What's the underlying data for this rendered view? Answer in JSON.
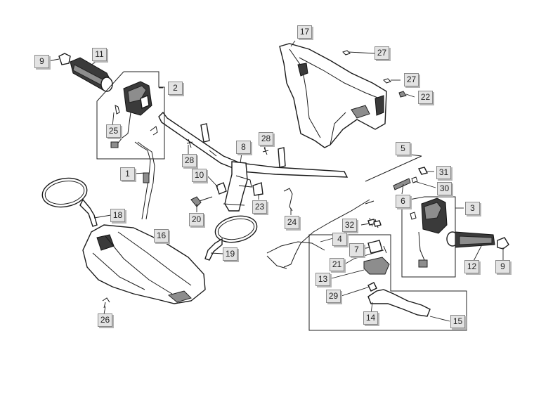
{
  "diagram": {
    "callouts": [
      {
        "id": "c17",
        "text": "17"
      },
      {
        "id": "c27a",
        "text": "27"
      },
      {
        "id": "c27b",
        "text": "27"
      },
      {
        "id": "c22",
        "text": "22"
      },
      {
        "id": "c9a",
        "text": "9"
      },
      {
        "id": "c11",
        "text": "11"
      },
      {
        "id": "c2",
        "text": "2"
      },
      {
        "id": "c25",
        "text": "25"
      },
      {
        "id": "c1",
        "text": "1"
      },
      {
        "id": "c28a",
        "text": "28"
      },
      {
        "id": "c8",
        "text": "8"
      },
      {
        "id": "c28b",
        "text": "28"
      },
      {
        "id": "c5",
        "text": "5"
      },
      {
        "id": "c31",
        "text": "31"
      },
      {
        "id": "c30",
        "text": "30"
      },
      {
        "id": "c6",
        "text": "6"
      },
      {
        "id": "c3",
        "text": "3"
      },
      {
        "id": "c10",
        "text": "10"
      },
      {
        "id": "c18",
        "text": "18"
      },
      {
        "id": "c20",
        "text": "20"
      },
      {
        "id": "c23",
        "text": "23"
      },
      {
        "id": "c24",
        "text": "24"
      },
      {
        "id": "c16",
        "text": "16"
      },
      {
        "id": "c19",
        "text": "19"
      },
      {
        "id": "c32",
        "text": "32"
      },
      {
        "id": "c4",
        "text": "4"
      },
      {
        "id": "c7",
        "text": "7"
      },
      {
        "id": "c21",
        "text": "21"
      },
      {
        "id": "c12",
        "text": "12"
      },
      {
        "id": "c9b",
        "text": "9"
      },
      {
        "id": "c13",
        "text": "13"
      },
      {
        "id": "c29",
        "text": "29"
      },
      {
        "id": "c26",
        "text": "26"
      },
      {
        "id": "c14",
        "text": "14"
      },
      {
        "id": "c15",
        "text": "15"
      }
    ]
  }
}
